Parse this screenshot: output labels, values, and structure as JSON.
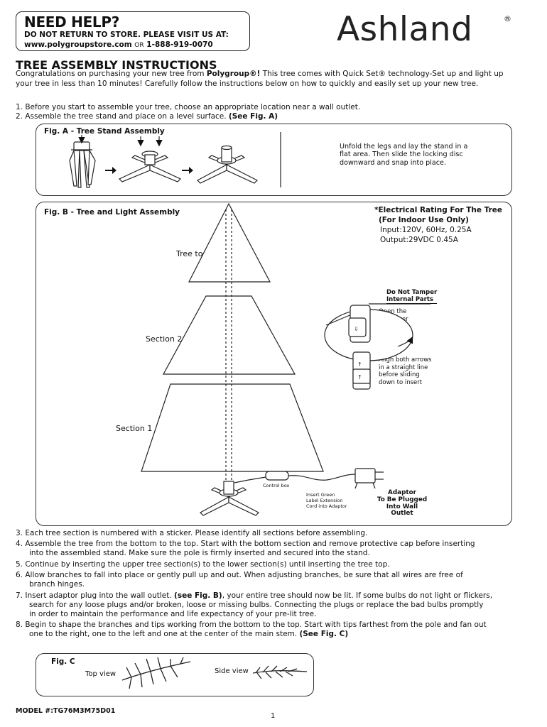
{
  "help": {
    "title": "NEED HELP?",
    "line1": "DO NOT RETURN TO STORE. PLEASE VISIT US AT:",
    "url": "www.polygroupstore.com",
    "or": "OR",
    "phone": "1-888-919-0070"
  },
  "brand": {
    "name": "Ashland",
    "reg": "®"
  },
  "title": "TREE ASSEMBLY INSTRUCTIONS",
  "intro": {
    "pre": "Congratulations on purchasing your new tree from ",
    "company": "Polygroup®!",
    "post": " This tree comes with Quick Set® technology-Set up and light up your tree in less than 10 minutes! Carefully follow the instructions below on how to quickly and easily set up your new tree."
  },
  "step1": "1. Before you start to assemble your tree, choose an appropriate location near a wall outlet.",
  "step2": {
    "text": "2. Assemble the tree stand and place on a level surface. ",
    "ref": "(See Fig. A)"
  },
  "figA": {
    "title": "Fig. A - Tree Stand Assembly",
    "text": "Unfold the legs and lay the stand in a flat area. Then slide the locking disc downward and snap into place."
  },
  "figB": {
    "title": "Fig. B - Tree and Light Assembly",
    "rating_title1": "*Electrical Rating For The Tree",
    "rating_title2": "(For Indoor Use Only)",
    "input": "Input:120V, 60Hz, 0.25A",
    "output": "Output:29VDC 0.45A",
    "label_top": "Tree top",
    "label_s2": "Section 2",
    "label_s1": "Section 1",
    "tamper1": "Do Not Tamper",
    "tamper2": "Internal Parts",
    "open1": "Open the",
    "open2": "cap cover",
    "align1": "Align both arrows",
    "align2": "in a straight line",
    "align3": "before sliding",
    "align4": "down to insert",
    "control": "Control box",
    "insert1": "Insert Green",
    "insert2": "Label Extension",
    "insert3": "Cord into Adaptor",
    "adaptor1": "Adaptor",
    "adaptor2": "To Be Plugged",
    "adaptor3": "Into Wall",
    "adaptor4": "Outlet"
  },
  "steps": {
    "s3": "3. Each tree section is numbered with a sticker. Please identify all sections before assembling.",
    "s4a": "4. Assemble the tree from the bottom to the top. Start with the bottom section and remove protective cap before inserting",
    "s4b": "into the assembled stand. Make sure the pole is firmly inserted and secured into the stand.",
    "s5": "5. Continue by inserting the upper tree section(s) to the lower section(s) until inserting the tree top.",
    "s6a": "6. Allow branches to fall into place or gently pull up and out. When adjusting branches, be sure that all wires are free of",
    "s6b": "branch hinges.",
    "s7a_pre": "7. Insert adaptor plug into the wall outlet. ",
    "s7a_ref": "(see Fig. B)",
    "s7a_post": ", your entire tree should now be lit. If some bulbs do not light or flickers,",
    "s7b": "search for any loose plugs and/or broken, loose or missing bulbs. Connecting the plugs or replace the bad bulbs promptly",
    "s7c": "in order to maintain the performance and life expectancy of your pre-lit tree.",
    "s8a": "8. Begin to shape the branches and tips working from the bottom to the top. Start with tips farthest from the pole and fan out",
    "s8b_pre": "one to the right, one to the left and one at the center of the main stem. ",
    "s8b_ref": "(See Fig. C)"
  },
  "figC": {
    "title": "Fig. C",
    "top_view": "Top view",
    "side_view": "Side view"
  },
  "model": "MODEL #:TG76M3M75D01",
  "page": "1"
}
